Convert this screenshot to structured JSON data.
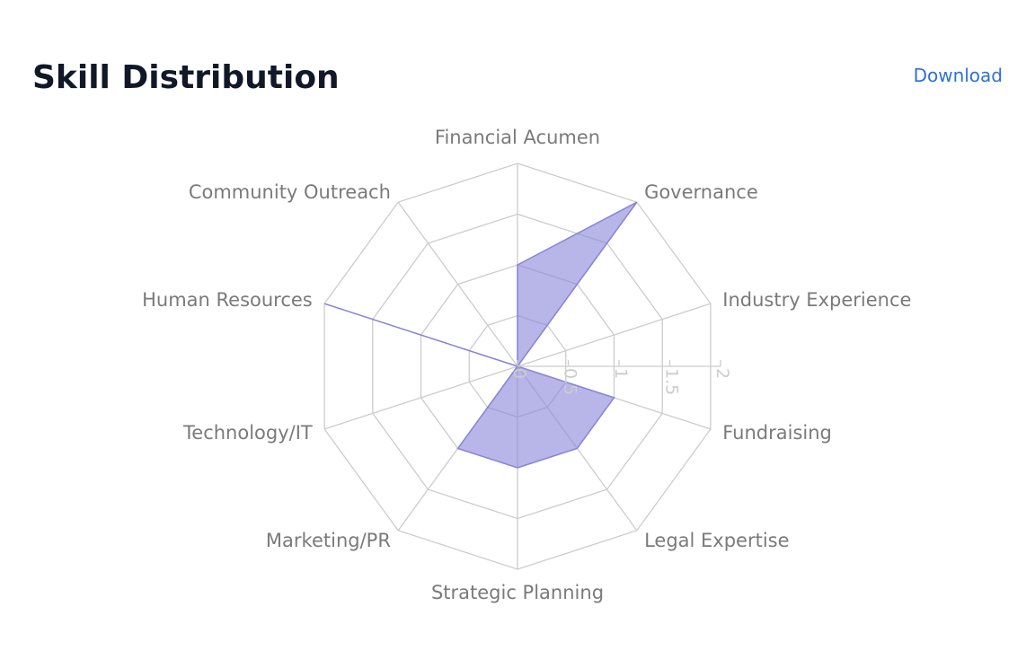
{
  "header": {
    "title": "Skill Distribution",
    "download_label": "Download"
  },
  "colors": {
    "grid": "#cccccc",
    "series_fill": "#8884d8",
    "series_stroke": "#8884d8",
    "axis_label": "#7a7a7a",
    "title": "#111827",
    "link": "#2f6fde"
  },
  "chart_data": {
    "type": "radar",
    "categories": [
      "Financial Acumen",
      "Governance",
      "Industry Experience",
      "Fundraising",
      "Legal Expertise",
      "Strategic Planning",
      "Marketing/PR",
      "Technology/IT",
      "Human Resources",
      "Community Outreach"
    ],
    "series": [
      {
        "values": [
          1,
          2,
          0,
          1,
          1,
          1,
          1,
          0,
          2,
          0
        ]
      }
    ],
    "radial_ticks": [
      "0",
      "0.5",
      "1",
      "1.5",
      "2"
    ],
    "rlim": [
      0,
      2
    ],
    "grid": true
  }
}
